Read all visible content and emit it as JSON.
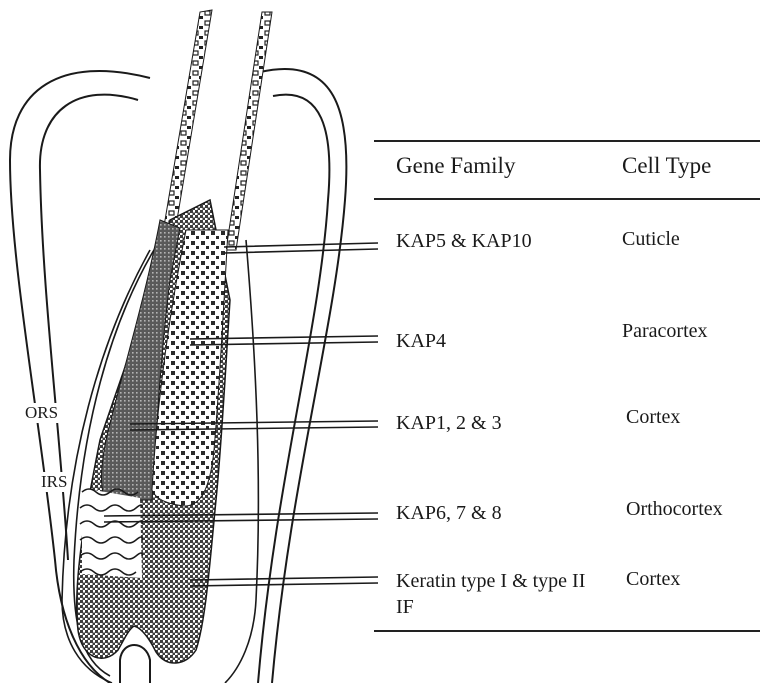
{
  "labels": {
    "ors": "ORS",
    "irs": "IRS"
  },
  "table": {
    "headers": [
      "Gene Family",
      "Cell Type"
    ],
    "rows": [
      {
        "gene": "KAP5 & KAP10",
        "cell": "Cuticle"
      },
      {
        "gene": "KAP4",
        "cell": "Paracortex"
      },
      {
        "gene": "KAP1, 2 &  3",
        "cell": "Cortex"
      },
      {
        "gene": "KAP6, 7 &  8",
        "cell": "Orthocortex"
      },
      {
        "gene": "Keratin type I & type II IF",
        "cell": "Cortex"
      }
    ]
  },
  "colors": {
    "ink": "#1a1a1a",
    "dark_shading": "#4a4a4a",
    "background": "#ffffff"
  }
}
